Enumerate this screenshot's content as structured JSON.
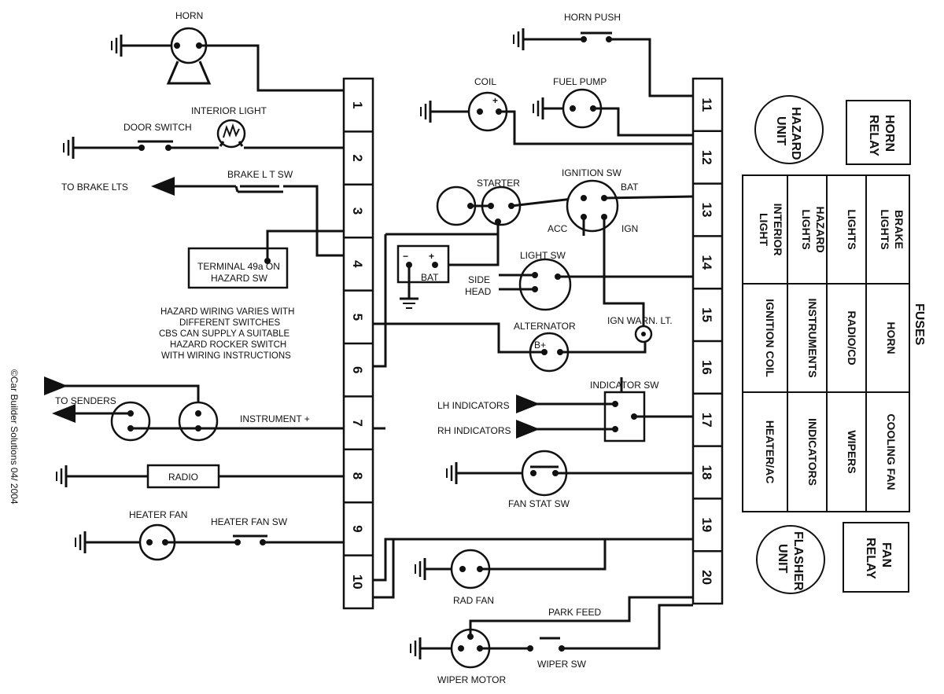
{
  "components": {
    "horn": "HORN",
    "horn_push": "HORN PUSH",
    "interior_light": "INTERIOR LIGHT",
    "door_switch": "DOOR SWITCH",
    "brake_lt_sw": "BRAKE L T SW",
    "to_brake_lts": "TO BRAKE LTS",
    "terminal_49a_l1": "TERMINAL 49a ON",
    "terminal_49a_l2": "HAZARD SW",
    "coil": "COIL",
    "fuel_pump": "FUEL PUMP",
    "starter": "STARTER",
    "ignition_sw": "IGNITION SW",
    "bat_term": "BAT",
    "acc_term": "ACC",
    "ign_term": "IGN",
    "bat": "BAT",
    "light_sw": "LIGHT SW",
    "side": "SIDE",
    "head": "HEAD",
    "alternator": "ALTERNATOR",
    "ign_warn_lt": "IGN WARN. LT.",
    "indicator_sw": "INDICATOR SW",
    "lh_indicators": "LH INDICATORS",
    "rh_indicators": "RH INDICATORS",
    "fan_stat_sw": "FAN STAT SW",
    "to_senders": "TO SENDERS",
    "instrument_plus": "INSTRUMENT +",
    "radio": "RADIO",
    "heater_fan": "HEATER FAN",
    "heater_fan_sw": "HEATER FAN SW",
    "rad_fan": "RAD FAN",
    "park_feed": "PARK FEED",
    "wiper_sw": "WIPER SW",
    "wiper_motor": "WIPER MOTOR"
  },
  "hazard_note": [
    "HAZARD WIRING VARIES WITH",
    "DIFFERENT SWITCHES",
    "CBS CAN SUPPLY A SUITABLE",
    "HAZARD ROCKER SWITCH",
    "WITH WIRING INSTRUCTIONS"
  ],
  "copyright": "©Car Builder Solutions 04/ 2004",
  "terminals_left": [
    "1",
    "2",
    "3",
    "4",
    "5",
    "6",
    "7",
    "8",
    "9",
    "10"
  ],
  "terminals_right": [
    "11",
    "12",
    "13",
    "14",
    "15",
    "16",
    "17",
    "18",
    "19",
    "20"
  ],
  "hazard_unit": [
    "HAZARD",
    "UNIT"
  ],
  "horn_relay": [
    "HORN",
    "RELAY"
  ],
  "flasher_unit": [
    "FLASHER",
    "UNIT"
  ],
  "fan_relay": [
    "FAN",
    "RELAY"
  ],
  "fuses_title": "FUSES",
  "fuses": [
    [
      "BRAKE",
      "LIGHTS"
    ],
    [
      "LIGHTS"
    ],
    [
      "HAZARD",
      "LIGHTS"
    ],
    [
      "INTERIOR",
      "LIGHT"
    ],
    [
      "HORN"
    ],
    [
      "RADIO/CD"
    ],
    [
      "INSTRUMENTS"
    ],
    [
      "IGNITION COIL"
    ],
    [
      "COOLING FAN"
    ],
    [
      "WIPERS"
    ],
    [
      "INDICATORS"
    ],
    [
      "HEATER/AC"
    ]
  ]
}
